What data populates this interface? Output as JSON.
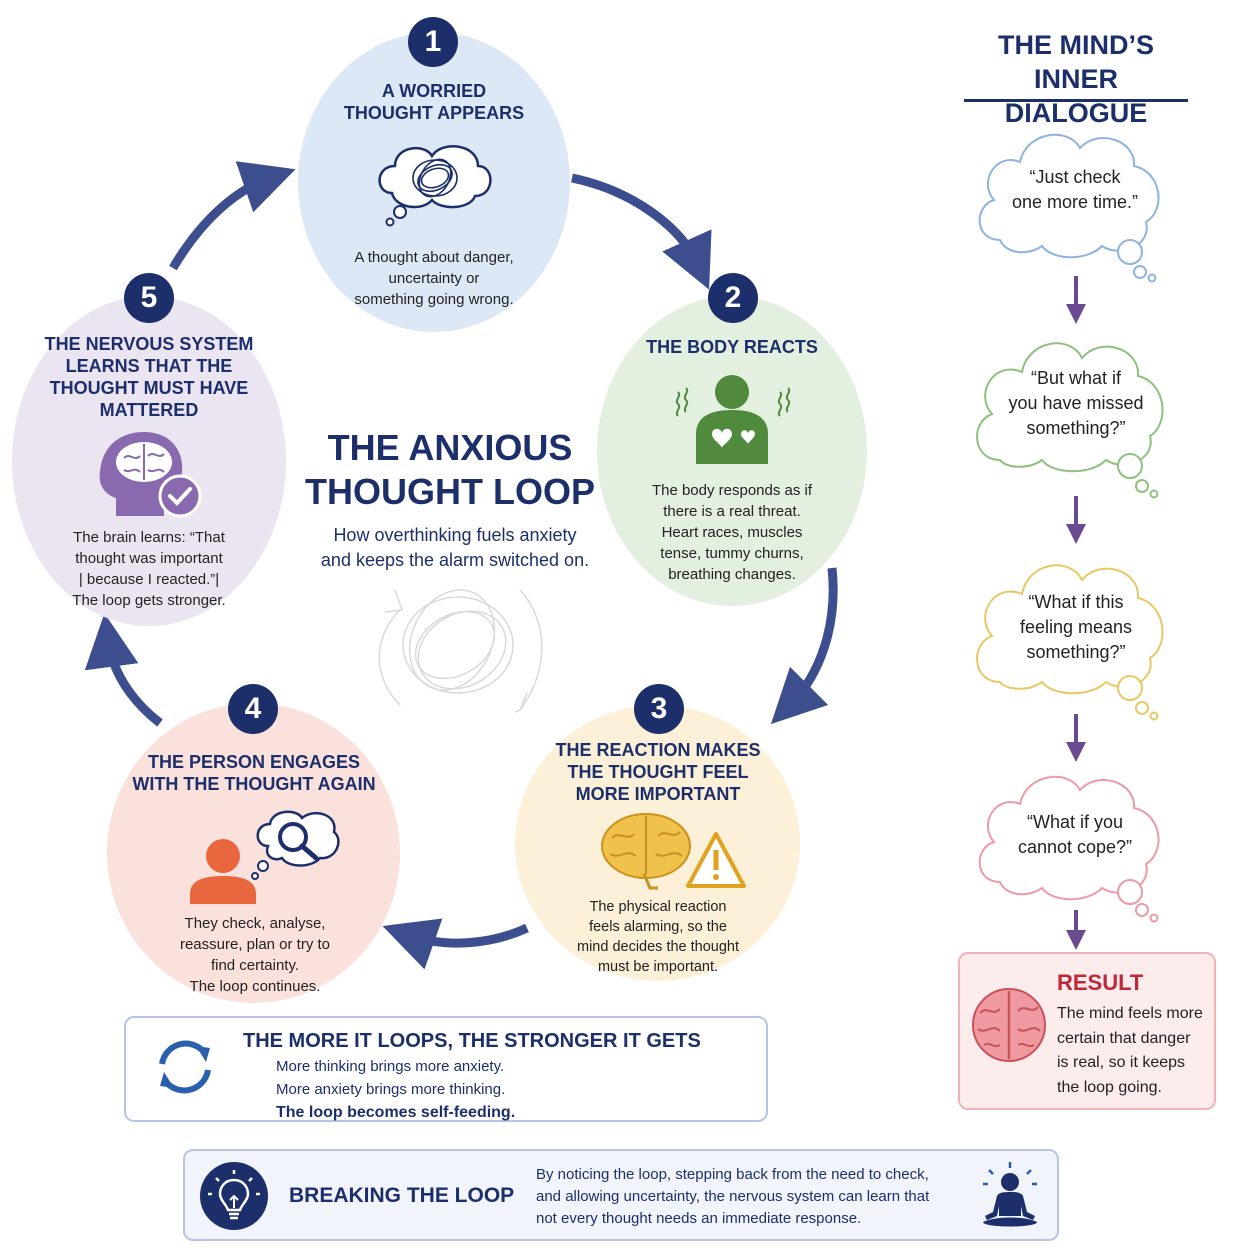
{
  "center": {
    "title_line1": "THE ANXIOUS",
    "title_line2": "THOUGHT LOOP",
    "subtitle_line1": "How overthinking fuels anxiety",
    "subtitle_line2": "and keeps the alarm switched on."
  },
  "steps": [
    {
      "number": "1",
      "title_line1": "A WORRIED",
      "title_line2": "THOUGHT APPEARS",
      "text_line1": "A thought about danger,",
      "text_line2": "uncertainty or",
      "text_line3": "something going wrong.",
      "color": "#dde8f7"
    },
    {
      "number": "2",
      "title_line1": "THE BODY REACTS",
      "text_line1": "The body responds as if",
      "text_line2": "there is a real threat.",
      "text_line3": "Heart races, muscles",
      "text_line4": "tense, tummy churns,",
      "text_line5": "breathing changes.",
      "color": "#e3efdf"
    },
    {
      "number": "3",
      "title_line1": "THE REACTION MAKES",
      "title_line2": "THE THOUGHT FEEL",
      "title_line3": "MORE IMPORTANT",
      "text_line1": "The physical reaction",
      "text_line2": "feels alarming, so the",
      "text_line3": "mind decides the thought",
      "text_line4": "must be important.",
      "color": "#fdf0d8"
    },
    {
      "number": "4",
      "title_line1": "THE PERSON ENGAGES",
      "title_line2": "WITH THE THOUGHT AGAIN",
      "text_line1": "They check, analyse,",
      "text_line2": "reassure, plan or try to",
      "text_line3": "find certainty.",
      "text_line4": "The loop continues.",
      "color": "#fbe1dc"
    },
    {
      "number": "5",
      "title_line1": "THE NERVOUS SYSTEM",
      "title_line2": "LEARNS THAT THE",
      "title_line3": "THOUGHT MUST HAVE",
      "title_line4": "MATTERED",
      "text_line1": "The brain learns: “That",
      "text_line2": "thought was important",
      "text_line3": "| because I reacted.”|",
      "text_line4": "The loop gets stronger.",
      "color": "#ebe5f2"
    }
  ],
  "dialogue": {
    "heading_line1": "THE MIND’S",
    "heading_line2": "INNER DIALOGUE",
    "clouds": [
      {
        "line1": "“Just check",
        "line2": "one more time.”",
        "color": "#8db3de"
      },
      {
        "line1": "“But what if",
        "line2": "you have missed",
        "line3": "something?”",
        "color": "#8fc07f"
      },
      {
        "line1": "“What if this",
        "line2": "feeling means",
        "line3": "something?”",
        "color": "#e8c865"
      },
      {
        "line1": "“What if you",
        "line2": "cannot cope?”",
        "color": "#ec9aa6"
      }
    ],
    "result": {
      "title": "RESULT",
      "line1": "The mind feels more",
      "line2": "certain that danger",
      "line3": "is real, so it keeps",
      "line4": "the loop going."
    }
  },
  "loops_banner": {
    "title": "THE MORE IT LOOPS, THE STRONGER IT GETS",
    "line1": "More thinking brings more anxiety.",
    "line2": "More anxiety brings more thinking.",
    "line3": "The loop becomes self-feeding."
  },
  "breaking_banner": {
    "title": "BREAKING THE LOOP",
    "line1": "By noticing the loop, stepping back from the need to check,",
    "line2": "and allowing uncertainty, the nervous system can learn that",
    "line3": "not every thought needs an immediate response."
  },
  "colors": {
    "navy": "#1c2f6b",
    "arrow": "#3d4e8f",
    "result_red": "#c0283a"
  }
}
